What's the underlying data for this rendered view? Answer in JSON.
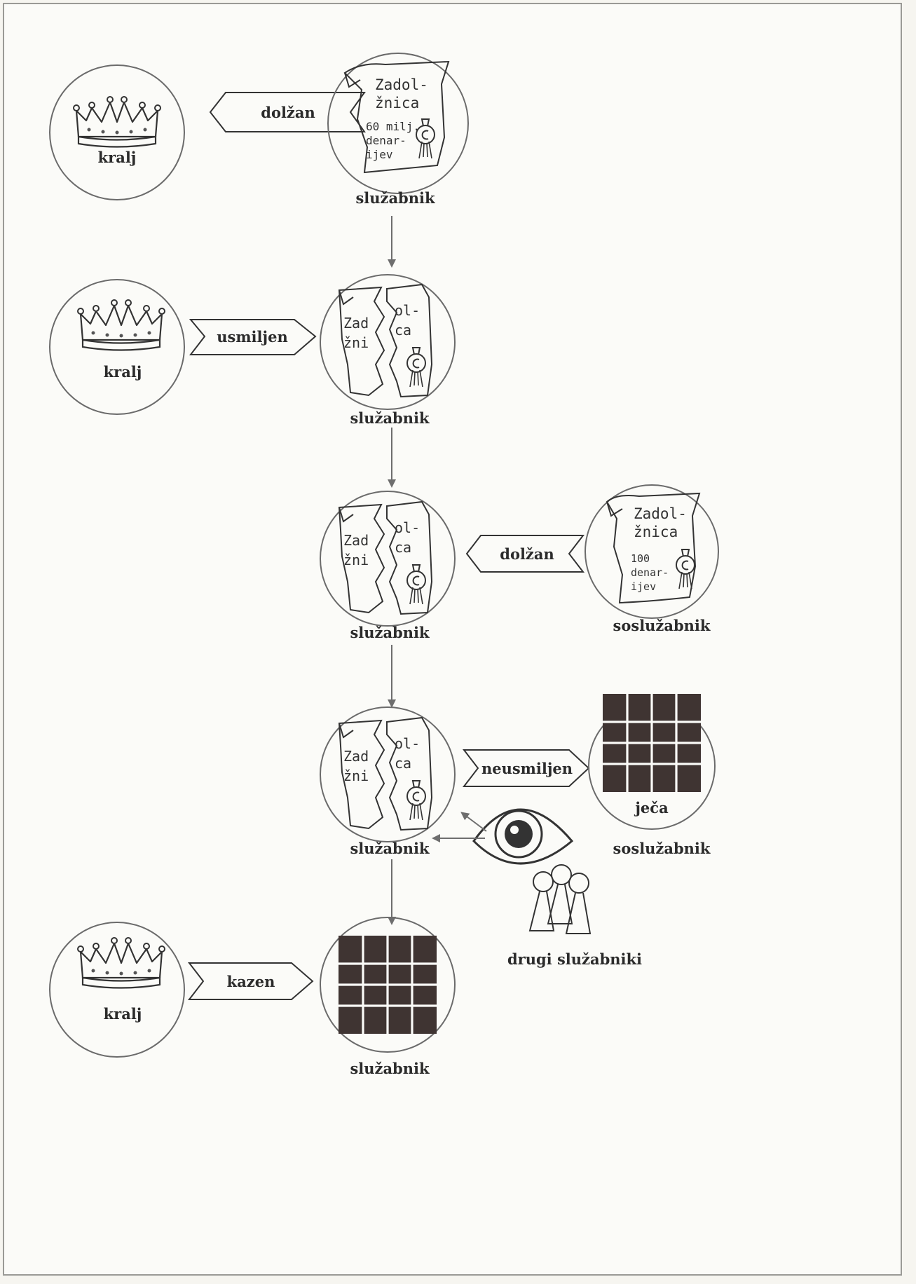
{
  "labels": {
    "king": "kralj",
    "servant": "služabnik",
    "fellow_servant": "soslužabnik",
    "prison": "ječa",
    "other_servants": "drugi služabniki"
  },
  "banners": {
    "debt_1": "dolžan",
    "merciful": "usmiljen",
    "debt_2": "dolžan",
    "merciless": "neusmiljen",
    "punishment": "kazen"
  },
  "documents": {
    "big_debt": {
      "title_1": "Zadol-",
      "title_2": "žnica",
      "amount_1": "60 milj.",
      "amount_2": "denar-",
      "amount_3": "ijev"
    },
    "small_debt": {
      "title_1": "Zadol-",
      "title_2": "žnica",
      "amount_1": "100",
      "amount_2": "denar-",
      "amount_3": "ijev"
    },
    "torn": {
      "left_1": "Zad",
      "left_2": "žni",
      "right_1": "ol-",
      "right_2": "ca"
    }
  },
  "colors": {
    "ink": "#2b2b2b",
    "prison": "#3f3432",
    "paper": "#fbfbf8"
  }
}
